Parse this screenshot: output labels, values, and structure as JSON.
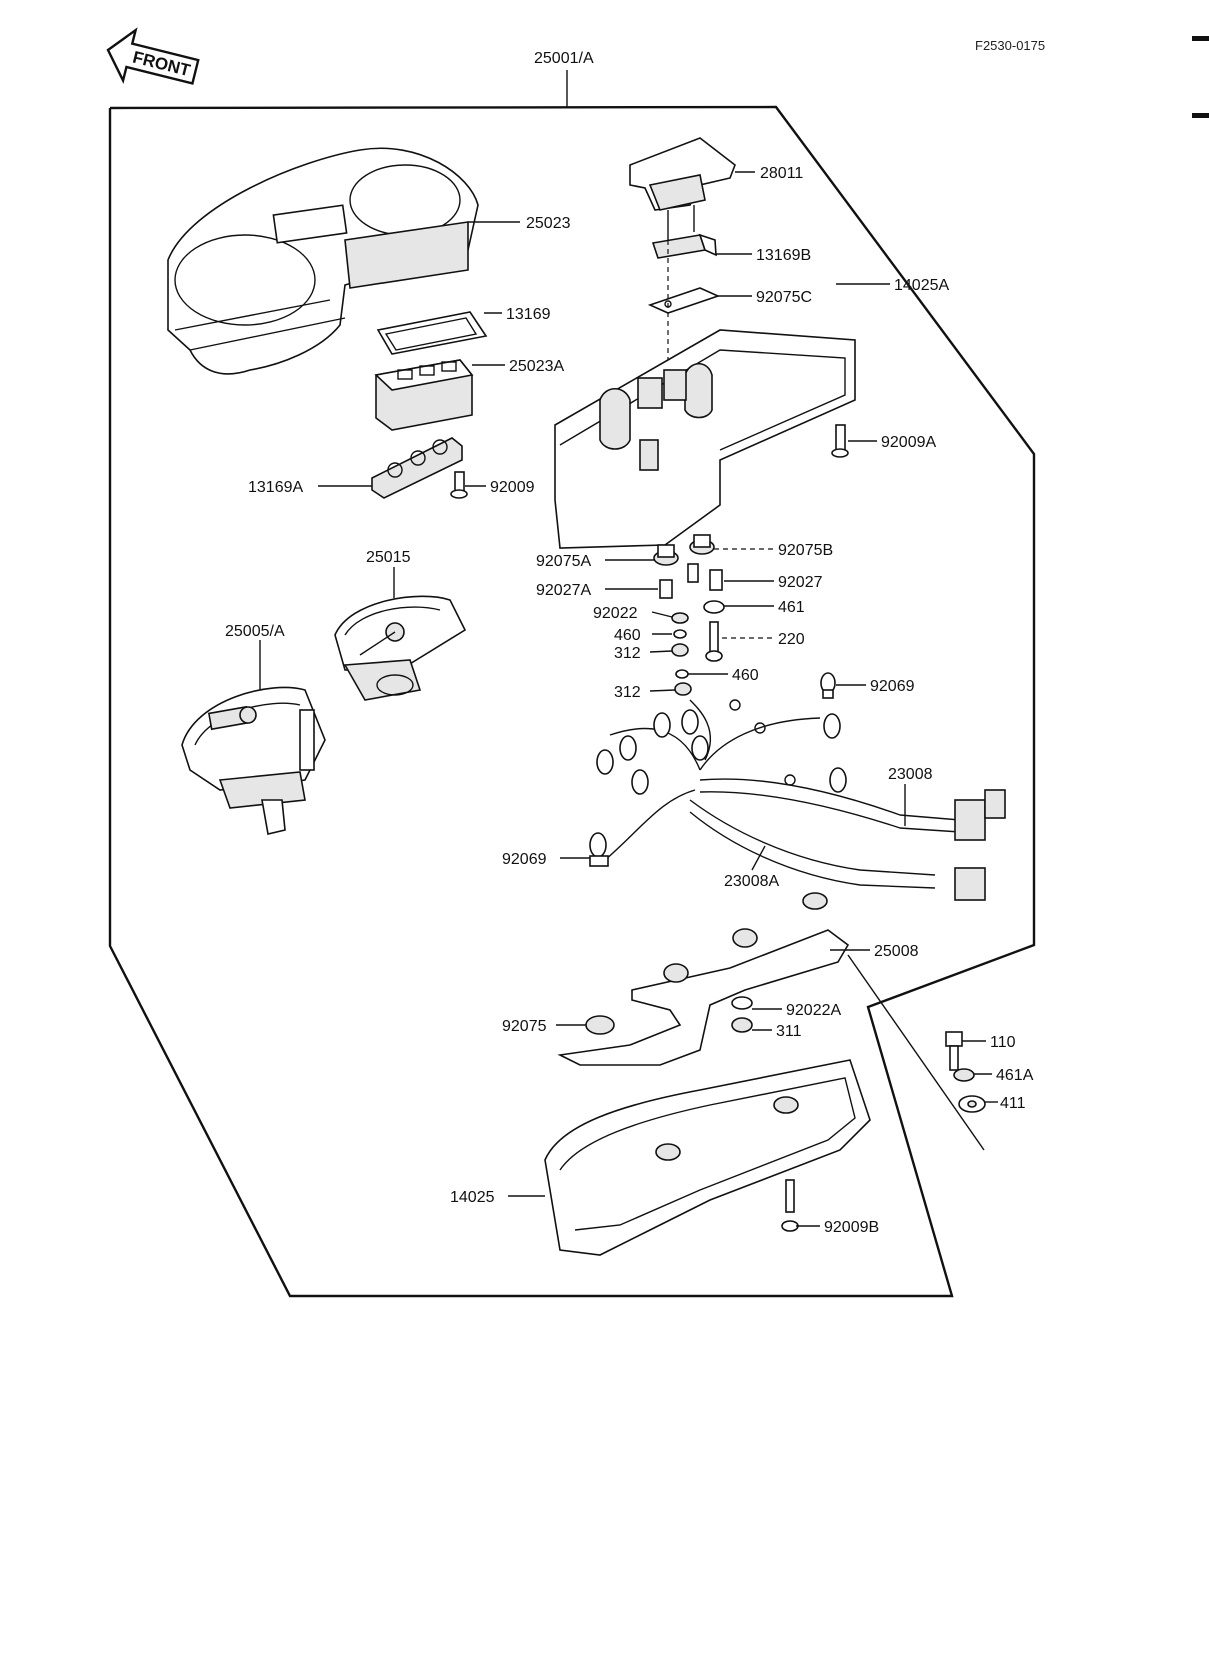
{
  "header": {
    "front_label": "FRONT",
    "ref_code": "F2530-0175",
    "assembly_label": "25001/A"
  },
  "callouts": [
    {
      "id": "c-28011",
      "text": "28011"
    },
    {
      "id": "c-25023",
      "text": "25023"
    },
    {
      "id": "c-13169B",
      "text": "13169B"
    },
    {
      "id": "c-92075C",
      "text": "92075C"
    },
    {
      "id": "c-13169",
      "text": "13169"
    },
    {
      "id": "c-25023A",
      "text": "25023A"
    },
    {
      "id": "c-14025A",
      "text": "14025A"
    },
    {
      "id": "c-92009A",
      "text": "92009A"
    },
    {
      "id": "c-13169A",
      "text": "13169A"
    },
    {
      "id": "c-92009",
      "text": "92009"
    },
    {
      "id": "c-25015",
      "text": "25015"
    },
    {
      "id": "c-92075A",
      "text": "92075A"
    },
    {
      "id": "c-92075B",
      "text": "92075B"
    },
    {
      "id": "c-92027A",
      "text": "92027A"
    },
    {
      "id": "c-92027",
      "text": "92027"
    },
    {
      "id": "c-25005A",
      "text": "25005/A"
    },
    {
      "id": "c-92022",
      "text": "92022"
    },
    {
      "id": "c-461",
      "text": "461"
    },
    {
      "id": "c-460a",
      "text": "460"
    },
    {
      "id": "c-220",
      "text": "220"
    },
    {
      "id": "c-312a",
      "text": "312"
    },
    {
      "id": "c-460b",
      "text": "460"
    },
    {
      "id": "c-312b",
      "text": "312"
    },
    {
      "id": "c-92069a",
      "text": "92069"
    },
    {
      "id": "c-23008",
      "text": "23008"
    },
    {
      "id": "c-92069b",
      "text": "92069"
    },
    {
      "id": "c-23008A",
      "text": "23008A"
    },
    {
      "id": "c-25008",
      "text": "25008"
    },
    {
      "id": "c-92022A",
      "text": "92022A"
    },
    {
      "id": "c-92075",
      "text": "92075"
    },
    {
      "id": "c-311",
      "text": "311"
    },
    {
      "id": "c-110",
      "text": "110"
    },
    {
      "id": "c-461A",
      "text": "461A"
    },
    {
      "id": "c-411",
      "text": "411"
    },
    {
      "id": "c-14025",
      "text": "14025"
    },
    {
      "id": "c-92009B",
      "text": "92009B"
    }
  ]
}
